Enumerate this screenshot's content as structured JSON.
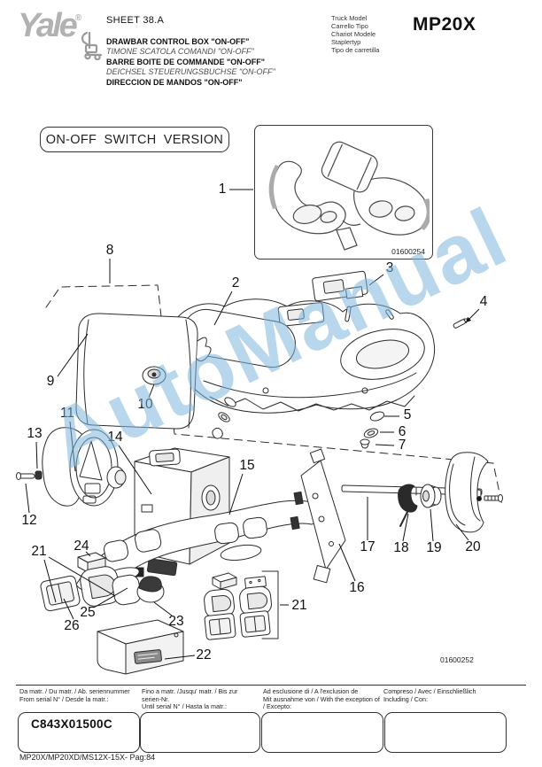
{
  "header": {
    "logo_text": "Yale",
    "logo_mark": "®",
    "sheet": "SHEET 38.A",
    "titles": [
      {
        "text": "DRAWBAR CONTROL BOX \"ON-OFF\"",
        "style": "bold"
      },
      {
        "text": "TIMONE SCATOLA COMANDI \"ON-OFF\"",
        "style": "italic"
      },
      {
        "text": "BARRE BOITE DE COMMANDE \"ON-OFF\"",
        "style": "bold"
      },
      {
        "text": "DEICHSEL STEUERUNGSBUCHSE \"ON-OFF\"",
        "style": "italic"
      },
      {
        "text": "DIRECCION DE MANDOS \"ON-OFF\"",
        "style": "bold"
      }
    ],
    "truck_model_labels": [
      "Truck Model",
      "Carrello Tipo",
      "Chariot Modele",
      "Staplertyp",
      "Tipo de carretilla"
    ],
    "model": "MP20X"
  },
  "diagram": {
    "version_label": "ON-OFF SWITCH VERSION",
    "inset_figure_number": "01600254",
    "figure_number": "01600252",
    "watermark": "AutoManual",
    "callout_numbers": [
      "1",
      "2",
      "3",
      "4",
      "5",
      "6",
      "7",
      "8",
      "9",
      "10",
      "11",
      "12",
      "13",
      "14",
      "15",
      "16",
      "17",
      "18",
      "19",
      "20",
      "21",
      "22",
      "23",
      "24",
      "25",
      "26",
      "21"
    ]
  },
  "footer": {
    "columns": [
      {
        "label_lines": [
          "Da matr. / Du matr. / Ab. seriennummer",
          "From serial N° / Desde la matr.:",
          ""
        ],
        "value": "C843X01500C"
      },
      {
        "label_lines": [
          "Fino a matr. /Jusqu' matr. / Bis zur",
          "serien-Nr.",
          "Until serial N° / Hasta la matr.:"
        ],
        "value": ""
      },
      {
        "label_lines": [
          "Ad esclusione di / A l'exclusion de",
          "Mit ausnahme von / With the exception of",
          "/ Excepto:"
        ],
        "value": ""
      },
      {
        "label_lines": [
          "Compreso / Avec / Einschließlich",
          "Including  / Con:",
          ""
        ],
        "value": ""
      }
    ],
    "page_ref": "MP20X/MP20XD/MS12X-15X- Pag:84"
  }
}
